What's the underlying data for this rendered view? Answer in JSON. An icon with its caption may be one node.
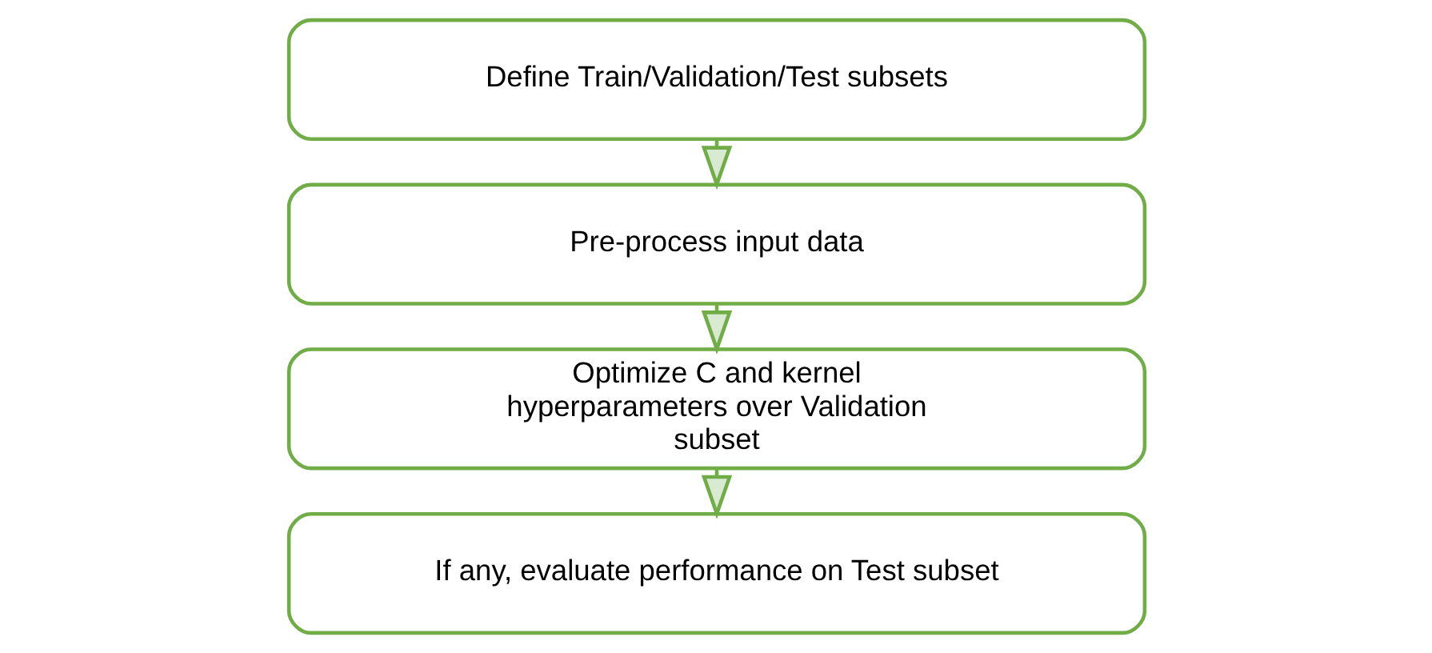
{
  "diagram": {
    "nodes": [
      {
        "text": [
          "Define Train/Validation/Test subsets"
        ]
      },
      {
        "text": [
          "Pre-process input data"
        ]
      },
      {
        "text": [
          "Optimize C and kernel hyperparameters over Validation subset"
        ]
      },
      {
        "text": [
          "If any, evaluate performance on Test subset"
        ]
      }
    ],
    "edges": [
      {
        "from": 0,
        "to": 1,
        "arrow": "to"
      },
      {
        "from": 1,
        "to": 2,
        "arrow": "to"
      },
      {
        "from": 2,
        "to": 3,
        "arrow": "to"
      }
    ]
  }
}
